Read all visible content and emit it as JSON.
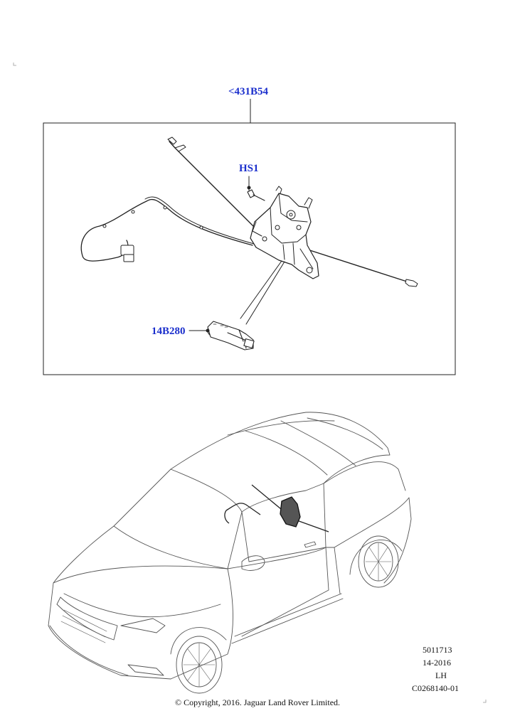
{
  "callouts": {
    "top": "<431B54",
    "hs1": "HS1",
    "motor": "14B280"
  },
  "meta": {
    "line1": "5011713",
    "line2": "14-2016",
    "line3": "LH",
    "line4": "C0268140-01"
  },
  "copyright": "© Copyright, 2016. Jaguar Land Rover Limited.",
  "colors": {
    "callout": "#1a2ecc",
    "line": "#222222"
  }
}
